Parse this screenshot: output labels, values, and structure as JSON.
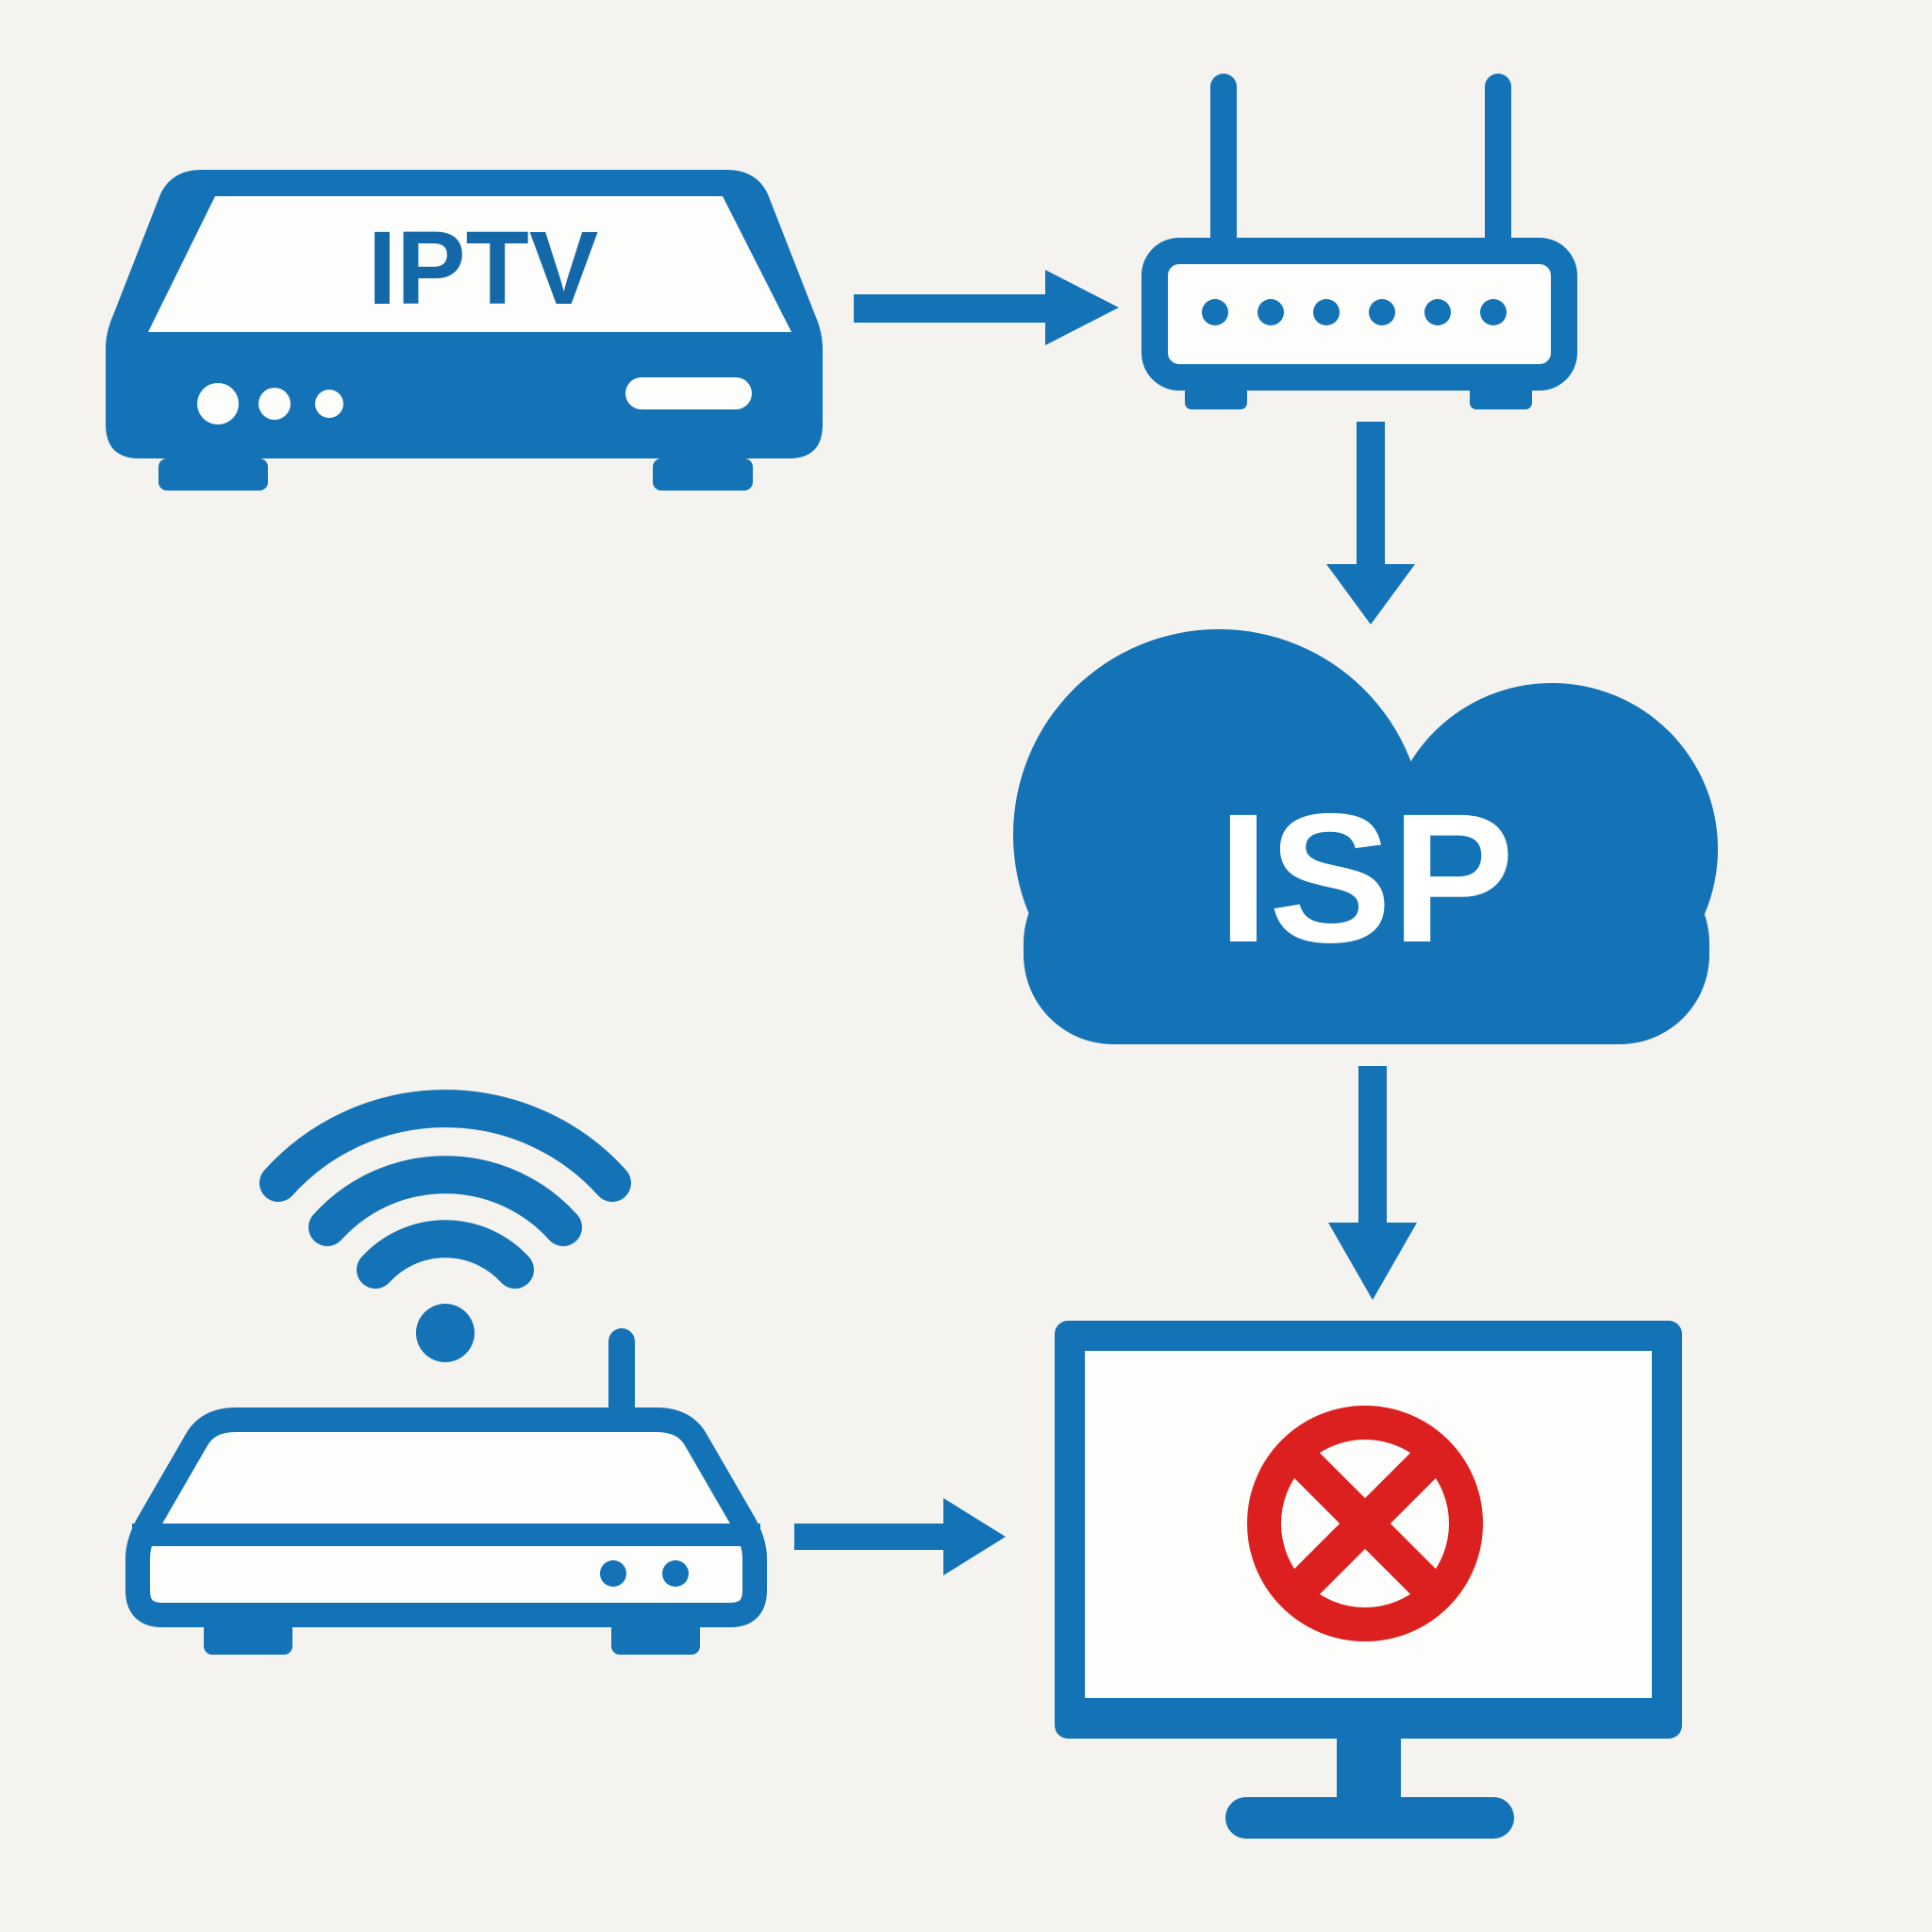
{
  "page": {
    "kind": "network-diagram",
    "background": "#f4f3ef"
  },
  "colors": {
    "accent": "#1473b6",
    "accent-dark": "#1468a8",
    "blocked-red": "#dc2020",
    "background": "#f4f3ef",
    "device-fill": "#fdfdfb"
  },
  "diagram": {
    "iptv_box": {
      "label": "IPTV",
      "icon": "set-top-box-icon",
      "front_led_count": 3
    },
    "router": {
      "icon": "wifi-router-icon",
      "antenna_count": 2,
      "led_count": 6
    },
    "isp_cloud": {
      "label": "ISP",
      "icon": "cloud-icon"
    },
    "blocked_tv": {
      "icon": "monitor-icon",
      "status_icon": "blocked-cross-icon"
    },
    "wifi_modem": {
      "icon": "modem-icon",
      "wifi_icon": "wifi-signal-icon",
      "antenna_count": 1,
      "led_count": 2
    },
    "connections": [
      {
        "from": "iptv_box",
        "to": "router",
        "icon": "arrow-right-icon"
      },
      {
        "from": "router",
        "to": "isp_cloud",
        "icon": "arrow-down-icon"
      },
      {
        "from": "isp_cloud",
        "to": "blocked_tv",
        "icon": "arrow-down-icon"
      },
      {
        "from": "wifi_modem",
        "to": "blocked_tv",
        "icon": "arrow-right-icon"
      }
    ]
  }
}
